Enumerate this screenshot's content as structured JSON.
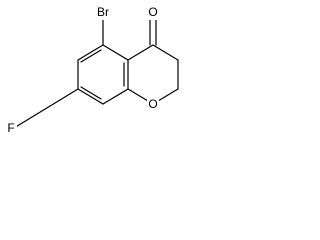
{
  "molecule": {
    "atoms": {
      "br": "Br",
      "o_carbonyl": "O",
      "f": "F",
      "o_ring": "O"
    }
  },
  "colors": {
    "bond": "#000000",
    "text": "#000000",
    "background": "#ffffff"
  }
}
